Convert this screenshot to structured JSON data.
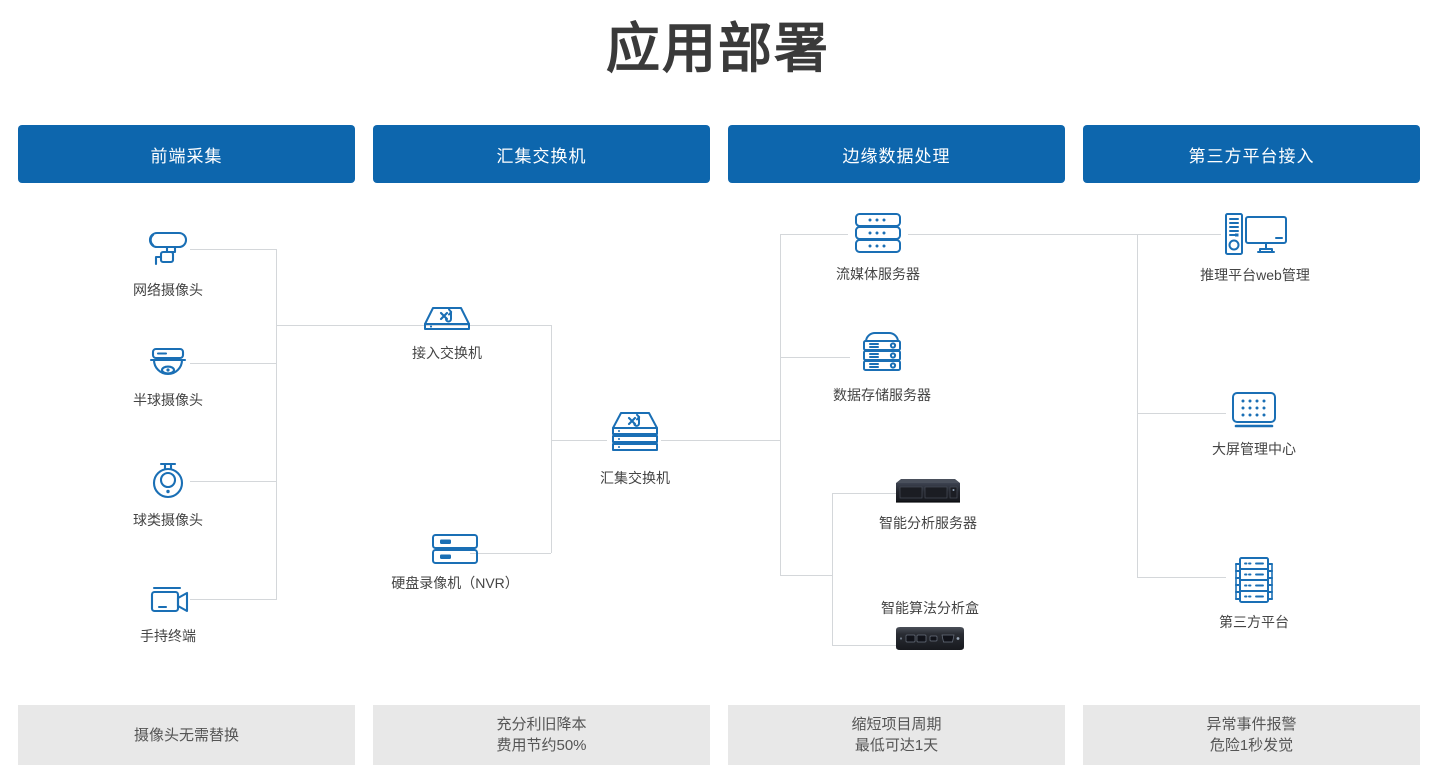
{
  "page": {
    "title": "应用部署"
  },
  "columns": [
    {
      "header": "前端采集",
      "footer_lines": [
        "摄像头无需替换"
      ],
      "nodes": [
        {
          "label": "网络摄像头",
          "icon": "bullet-camera-icon"
        },
        {
          "label": "半球摄像头",
          "icon": "dome-camera-icon"
        },
        {
          "label": "球类摄像头",
          "icon": "ptz-ball-camera-icon"
        },
        {
          "label": "手持终端",
          "icon": "handheld-camcorder-icon"
        }
      ]
    },
    {
      "header": "汇集交换机",
      "footer_lines": [
        "充分利旧降本",
        "费用节约50%"
      ],
      "nodes": [
        {
          "label": "接入交换机",
          "icon": "access-switch-icon"
        },
        {
          "label": "硬盘录像机（NVR）",
          "icon": "nvr-icon"
        },
        {
          "label": "汇集交换机",
          "icon": "aggregation-switch-icon"
        }
      ]
    },
    {
      "header": "边缘数据处理",
      "footer_lines": [
        "缩短项目周期",
        "最低可达1天"
      ],
      "nodes": [
        {
          "label": "流媒体服务器",
          "icon": "streaming-server-icon"
        },
        {
          "label": "数据存储服务器",
          "icon": "storage-server-icon"
        },
        {
          "label": "智能分析服务器",
          "icon": "ai-analysis-server-photo"
        },
        {
          "label": "智能算法分析盒",
          "icon": "ai-algorithm-box-photo"
        }
      ]
    },
    {
      "header": "第三方平台接入",
      "footer_lines": [
        "异常事件报警",
        "危险1秒发觉"
      ],
      "nodes": [
        {
          "label": "推理平台web管理",
          "icon": "pc-monitor-icon"
        },
        {
          "label": "大屏管理中心",
          "icon": "video-wall-icon"
        },
        {
          "label": "第三方平台",
          "icon": "rack-cabinet-icon"
        }
      ]
    }
  ],
  "colors": {
    "header_blue": "#0D66AD",
    "icon_blue": "#1a6fb5",
    "connector_gray": "#d4d7da",
    "footer_bg": "#e8e8e8",
    "title_text": "#3a3a3a"
  }
}
